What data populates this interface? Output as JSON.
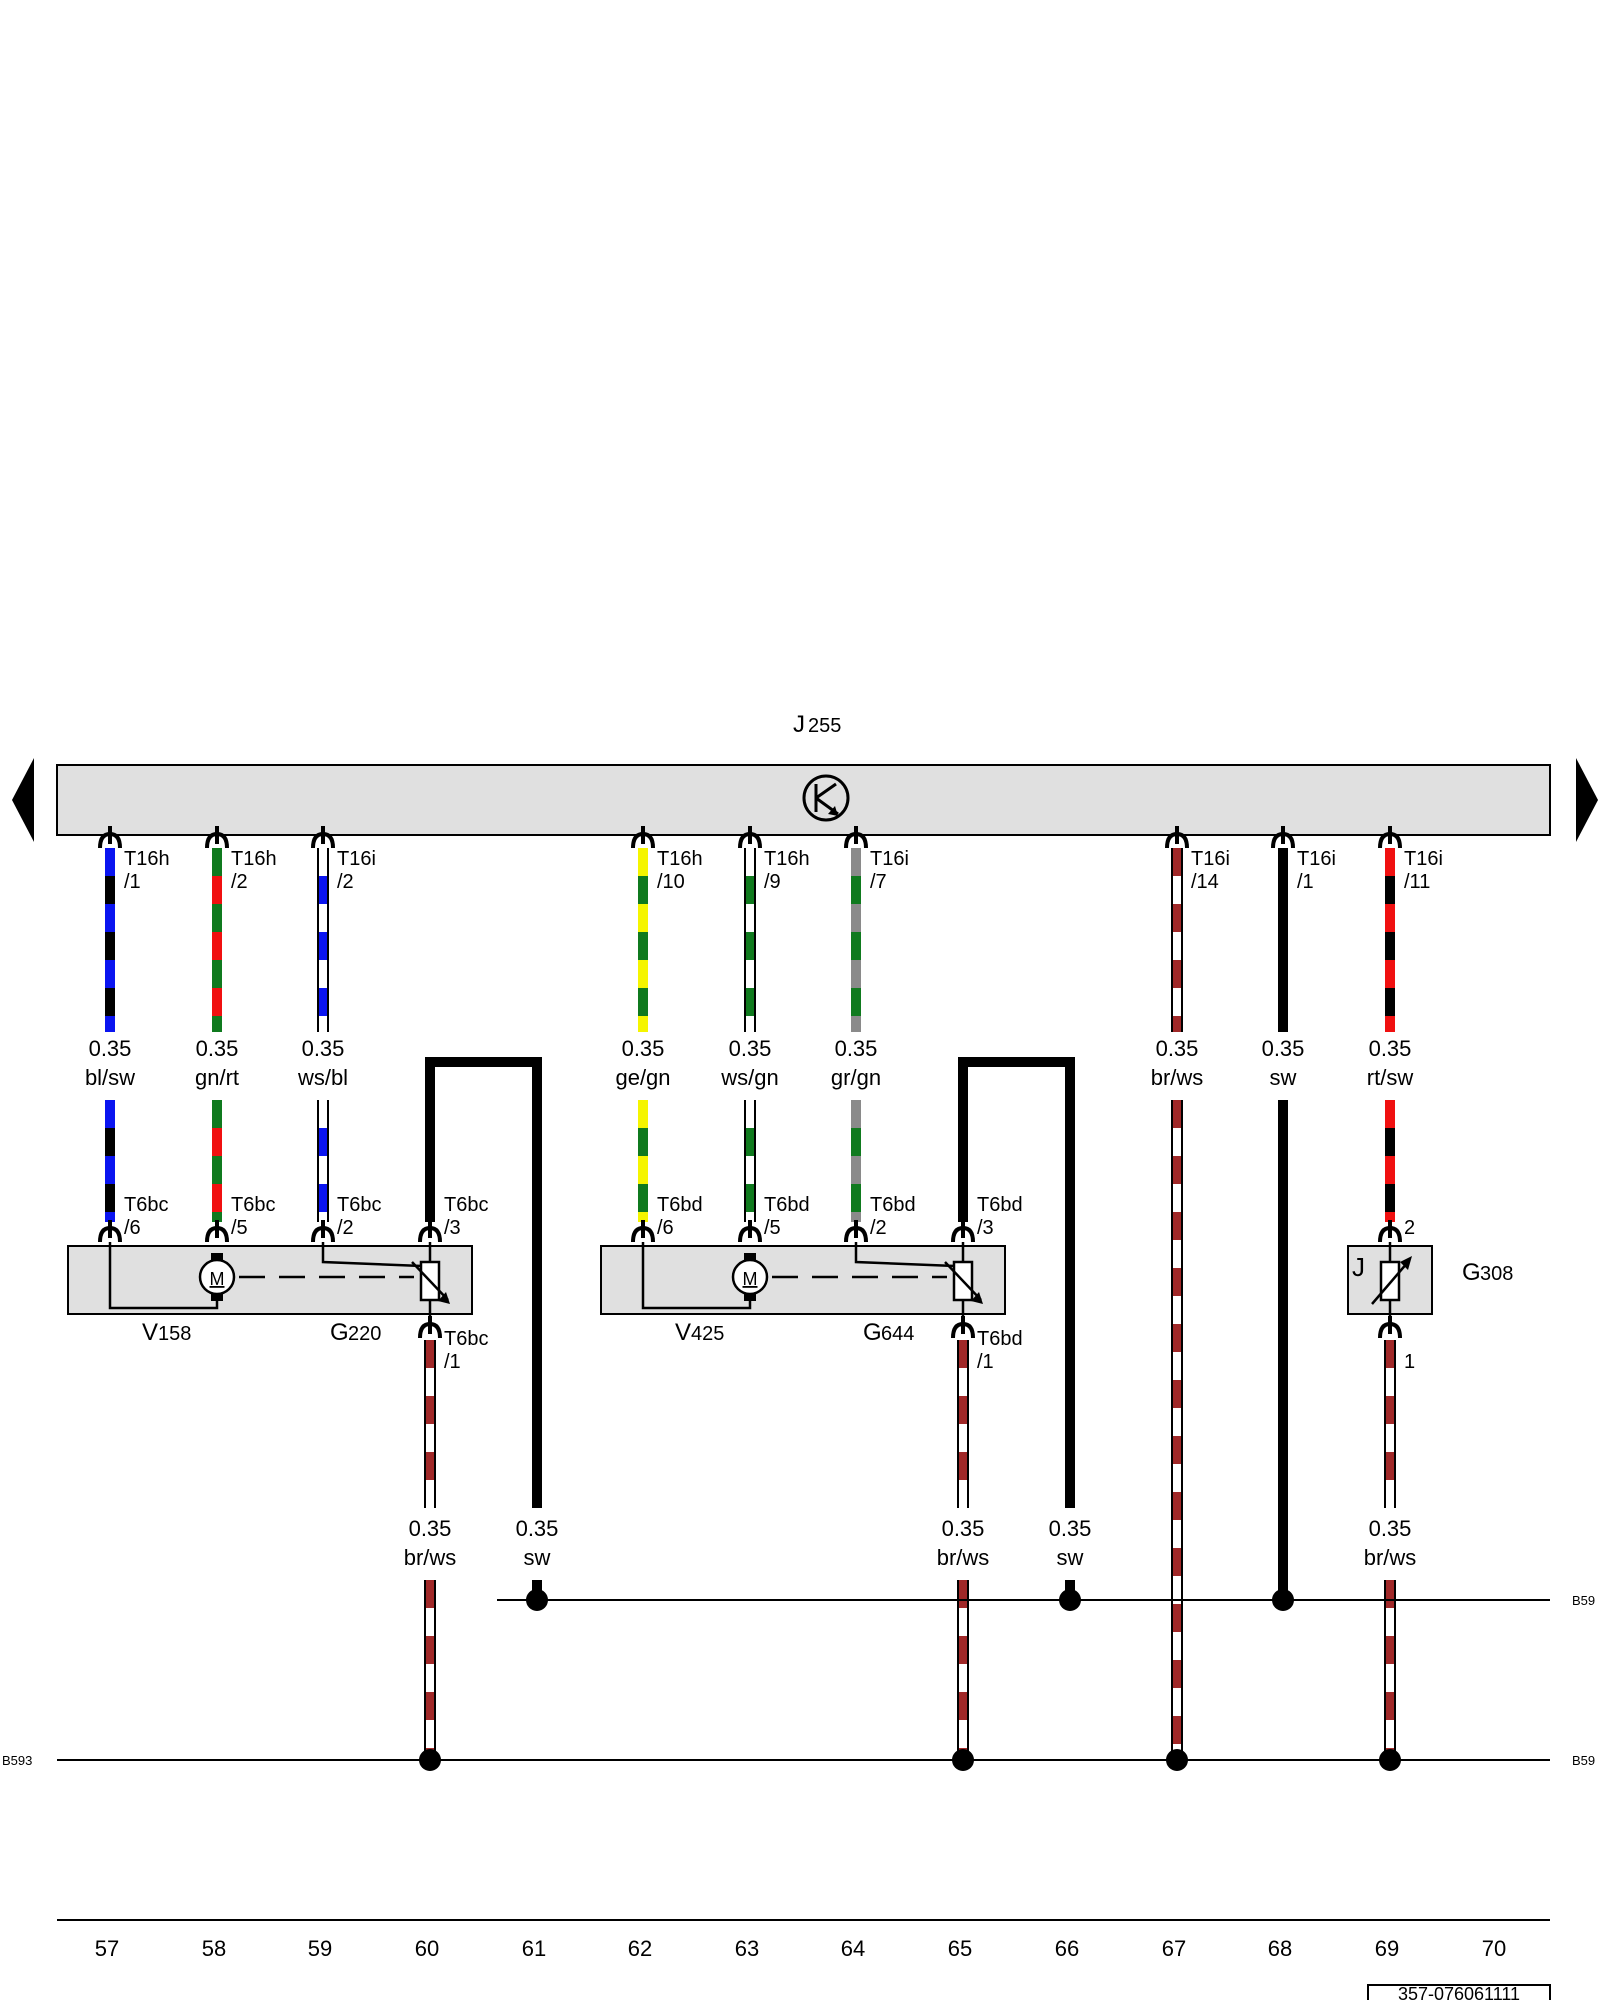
{
  "module": {
    "name": "J",
    "number": "255"
  },
  "colors": {
    "bl": "#0a14f0",
    "sw": "#000000",
    "gn": "#0f7a1e",
    "rt": "#f01010",
    "ws": "#ffffff",
    "ge": "#f5f500",
    "gr": "#8a8a8a",
    "br": "#a02828",
    "module_fill": "#e0e0e0"
  },
  "module_icon": "transistor-symbol-icon",
  "top_wires": [
    {
      "id": "w57",
      "column": "57",
      "conn": "T16h",
      "pin": "/1",
      "size": "0.35",
      "color": "bl/sw"
    },
    {
      "id": "w58",
      "column": "58",
      "conn": "T16h",
      "pin": "/2",
      "size": "0.35",
      "color": "gn/rt"
    },
    {
      "id": "w59",
      "column": "59",
      "conn": "T16i",
      "pin": "/2",
      "size": "0.35",
      "color": "ws/bl"
    },
    {
      "id": "w62",
      "column": "62",
      "conn": "T16h",
      "pin": "/10",
      "size": "0.35",
      "color": "ge/gn"
    },
    {
      "id": "w63",
      "column": "63",
      "conn": "T16h",
      "pin": "/9",
      "size": "0.35",
      "color": "ws/gn"
    },
    {
      "id": "w64",
      "column": "64",
      "conn": "T16i",
      "pin": "/7",
      "size": "0.35",
      "color": "gr/gn"
    },
    {
      "id": "w67",
      "column": "67",
      "conn": "T16i",
      "pin": "/14",
      "size": "0.35",
      "color": "br/ws"
    },
    {
      "id": "w68",
      "column": "68",
      "conn": "T16i",
      "pin": "/1",
      "size": "0.35",
      "color": "sw"
    },
    {
      "id": "w69",
      "column": "69",
      "conn": "T16i",
      "pin": "/11",
      "size": "0.35",
      "color": "rt/sw"
    }
  ],
  "component_pins": [
    {
      "conn": "T6bc",
      "pin": "/6"
    },
    {
      "conn": "T6bc",
      "pin": "/5"
    },
    {
      "conn": "T6bc",
      "pin": "/2"
    },
    {
      "conn": "T6bc",
      "pin": "/3"
    },
    {
      "conn": "T6bd",
      "pin": "/6"
    },
    {
      "conn": "T6bd",
      "pin": "/5"
    },
    {
      "conn": "T6bd",
      "pin": "/2"
    },
    {
      "conn": "T6bd",
      "pin": "/3"
    },
    {
      "conn": "",
      "pin": "2"
    }
  ],
  "bottom_pins": [
    {
      "conn": "T6bc",
      "pin": "/1"
    },
    {
      "conn": "T6bd",
      "pin": "/1"
    },
    {
      "conn": "",
      "pin": "1"
    }
  ],
  "loop_wires": [
    {
      "id": "w61",
      "size": "0.35",
      "color": "sw"
    },
    {
      "id": "w66",
      "size": "0.35",
      "color": "sw"
    }
  ],
  "lower_wires": [
    {
      "id": "w60",
      "size": "0.35",
      "color": "br/ws"
    },
    {
      "id": "w65",
      "size": "0.35",
      "color": "br/ws"
    },
    {
      "id": "w69b",
      "size": "0.35",
      "color": "br/ws"
    }
  ],
  "components": [
    {
      "id": "V158",
      "name": "V",
      "number": "158"
    },
    {
      "id": "G220",
      "name": "G",
      "number": "220"
    },
    {
      "id": "V425",
      "name": "V",
      "number": "425"
    },
    {
      "id": "G644",
      "name": "G",
      "number": "644"
    },
    {
      "id": "G308",
      "name": "G",
      "number": "308"
    }
  ],
  "motor_label": "M",
  "sensor_label": "J",
  "ground_labels": {
    "left": "B593",
    "right_upper": "B59",
    "right_lower": "B59"
  },
  "columns": [
    "57",
    "58",
    "59",
    "60",
    "61",
    "62",
    "63",
    "64",
    "65",
    "66",
    "67",
    "68",
    "69",
    "70"
  ],
  "doc_number": "357-076061111"
}
